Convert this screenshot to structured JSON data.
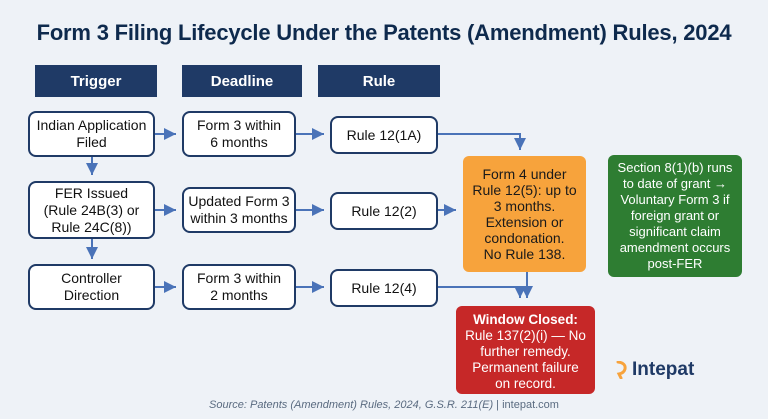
{
  "title": "Form 3 Filing Lifecycle Under the Patents (Amendment) Rules, 2024",
  "columns": [
    "Trigger",
    "Deadline",
    "Rule"
  ],
  "rows": [
    {
      "trigger": "Indian Application\nFiled",
      "deadline": "Form 3 within\n6 months",
      "rule": "Rule 12(1A)"
    },
    {
      "trigger": "FER Issued\n(Rule 24B(3) or\nRule 24C(8))",
      "deadline": "Updated Form 3\nwithin 3 months",
      "rule": "Rule 12(2)"
    },
    {
      "trigger": "Controller\nDirection",
      "deadline": "Form 3 within\n2 months",
      "rule": "Rule 12(4)"
    }
  ],
  "form4": "Form 4 under\nRule 12(5): up to\n3 months.\nExtension or\ncondonation.\nNo Rule 138.",
  "section8": "Section 8(1)(b) runs\nto date of grant →\nVoluntary Form 3 if\nforeign grant or\nsignificant claim\namendment occurs\npost-FER",
  "window_closed": {
    "heading": "Window Closed:",
    "body": "Rule 137(2)(i) — No\nfurther remedy.\nPermanent failure\non record."
  },
  "logo": "Intepat",
  "source": {
    "citation": "Source: Patents (Amendment) Rules, 2024, G.S.R. 211(E)",
    "separator": " | ",
    "site": "intepat.com"
  },
  "colors": {
    "navy": "#1f3a66",
    "orange": "#f7a33c",
    "green": "#2e7d32",
    "red": "#c62828",
    "arrow": "#4a73b8",
    "background": "#eef2f7"
  }
}
